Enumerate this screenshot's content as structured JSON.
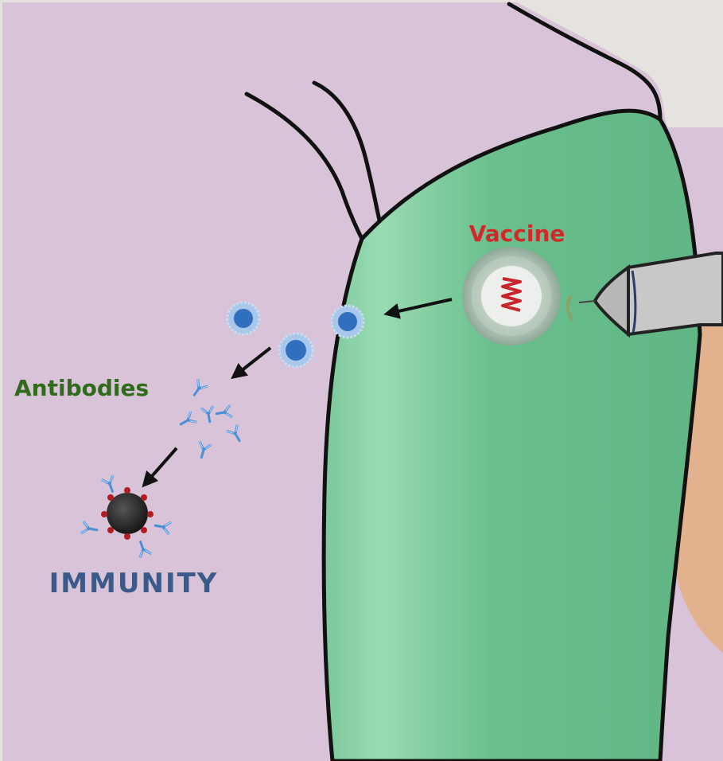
{
  "labels": {
    "vaccine": "Vaccine",
    "antibodies": "Antibodies",
    "immunity": "IMMUNITY"
  },
  "colors": {
    "background_purple": "#d8c3d9",
    "background_edge": "#e6e2e0",
    "shirt_sleeve_green": "#6bbf8f",
    "skin": "#e2b18e",
    "vaccine_label": "#d2282c",
    "antibodies_label": "#2f6b1a",
    "immunity_label": "#3a5a8a",
    "cell_blue": "#2f6fbe",
    "antibody_blue": "#4a8fd6",
    "virus_dark": "#2b2b2b",
    "virus_spike": "#b01e24",
    "syringe_gray": "#c8c8c8"
  },
  "icons": [
    "syringe-icon",
    "vaccine-particle-icon",
    "immune-cell-icon",
    "antibody-icon",
    "virus-icon",
    "arrow-icon"
  ]
}
